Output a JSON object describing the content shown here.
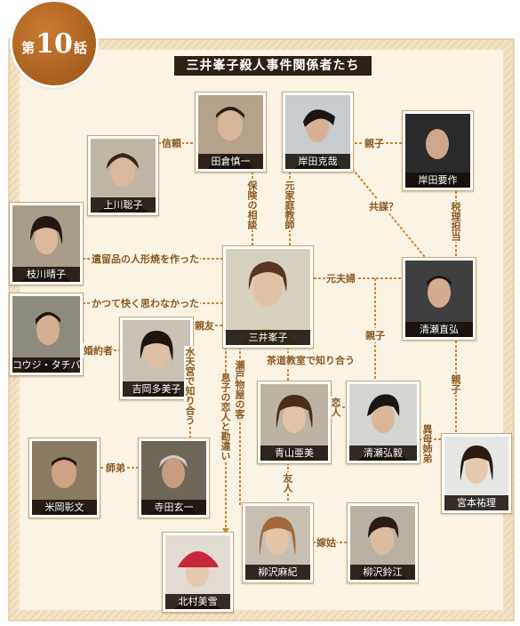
{
  "header": {
    "episode_prefix": "第",
    "episode_number": "10",
    "episode_suffix": "話",
    "title": "三井峯子殺人事件関係者たち"
  },
  "people": {
    "taguchi": "田倉慎一",
    "kishida_k": "岸田克哉",
    "kishida_y": "岸田要作",
    "uekawa": "上川聡子",
    "edagawa": "枝川晴子",
    "mitsui": "三井峯子",
    "kiyose_n": "清瀬直弘",
    "koji": "コウジ・タチバナ",
    "yoshioka": "吉岡多美子",
    "aoyama": "青山亜美",
    "kiyose_h": "清瀬弘毅",
    "miyamoto": "宮本祐理",
    "yoneoka": "米岡彰文",
    "terada": "寺田玄一",
    "yanagisawa_m": "柳沢麻紀",
    "yanagisawa_r": "柳沢鈴江",
    "kitamura": "北村美雪"
  },
  "relations": {
    "shinrai": "信頼",
    "oyako1": "親子",
    "hoken": "保険の相談",
    "katei": "元家庭教師",
    "kyobo": "共謀？",
    "zeirishi": "税理担当",
    "ningyo": "遺留品の人形焼を作った",
    "kaitsu": "かつて快く思わなかった",
    "motofufu": "元夫婦",
    "shinyu": "親友",
    "konyaku": "婚約者",
    "suitengu": "水天宮で知り合う",
    "setomono": "瀬戸物屋の客",
    "musuko": "息子の恋人と勘違い",
    "sado": "茶道教室で知り合う",
    "oyako2": "親子",
    "koibito": "恋人",
    "oyako3": "親子",
    "ibo": "異母姉弟",
    "shitei": "師弟",
    "yujin": "友人",
    "yome": "嫁姑"
  },
  "colors": {
    "line": "#c9893a",
    "background": "#fbf3e4",
    "border": "#d9b98a",
    "badge": "#b06a28",
    "title_bg": "#2d2014"
  }
}
